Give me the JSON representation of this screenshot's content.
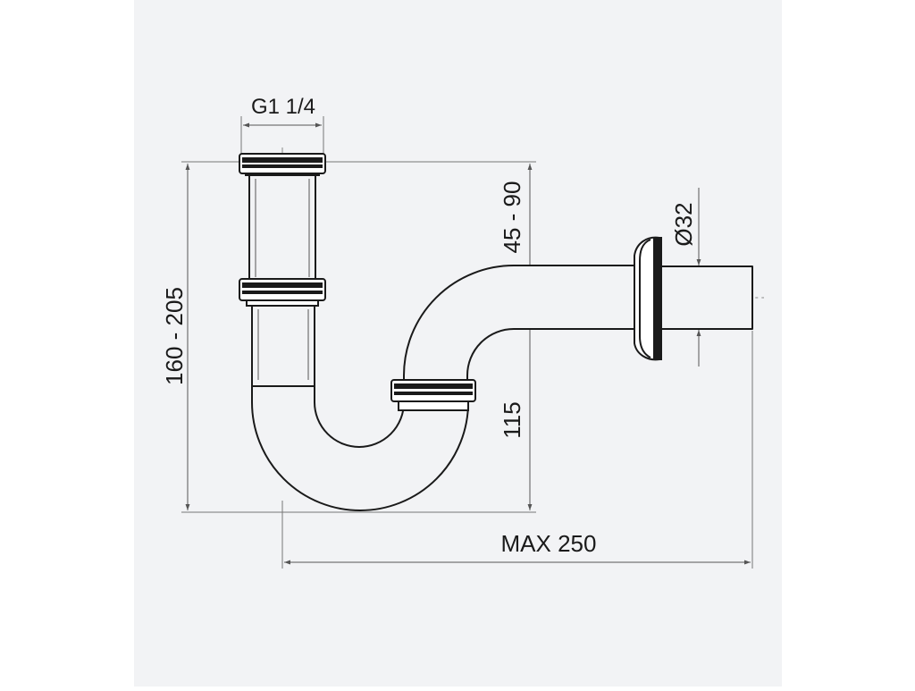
{
  "colors": {
    "page": "#ffffff",
    "sheet": "#f2f3f5",
    "line": "#1a1a1a",
    "dim_line": "#555555"
  },
  "labels": {
    "thread": "G1 1/4",
    "height_range": "160 - 205",
    "offset_range": "45 - 90",
    "outlet_height": "115",
    "diameter": "Ø32",
    "max_length": "MAX 250"
  }
}
